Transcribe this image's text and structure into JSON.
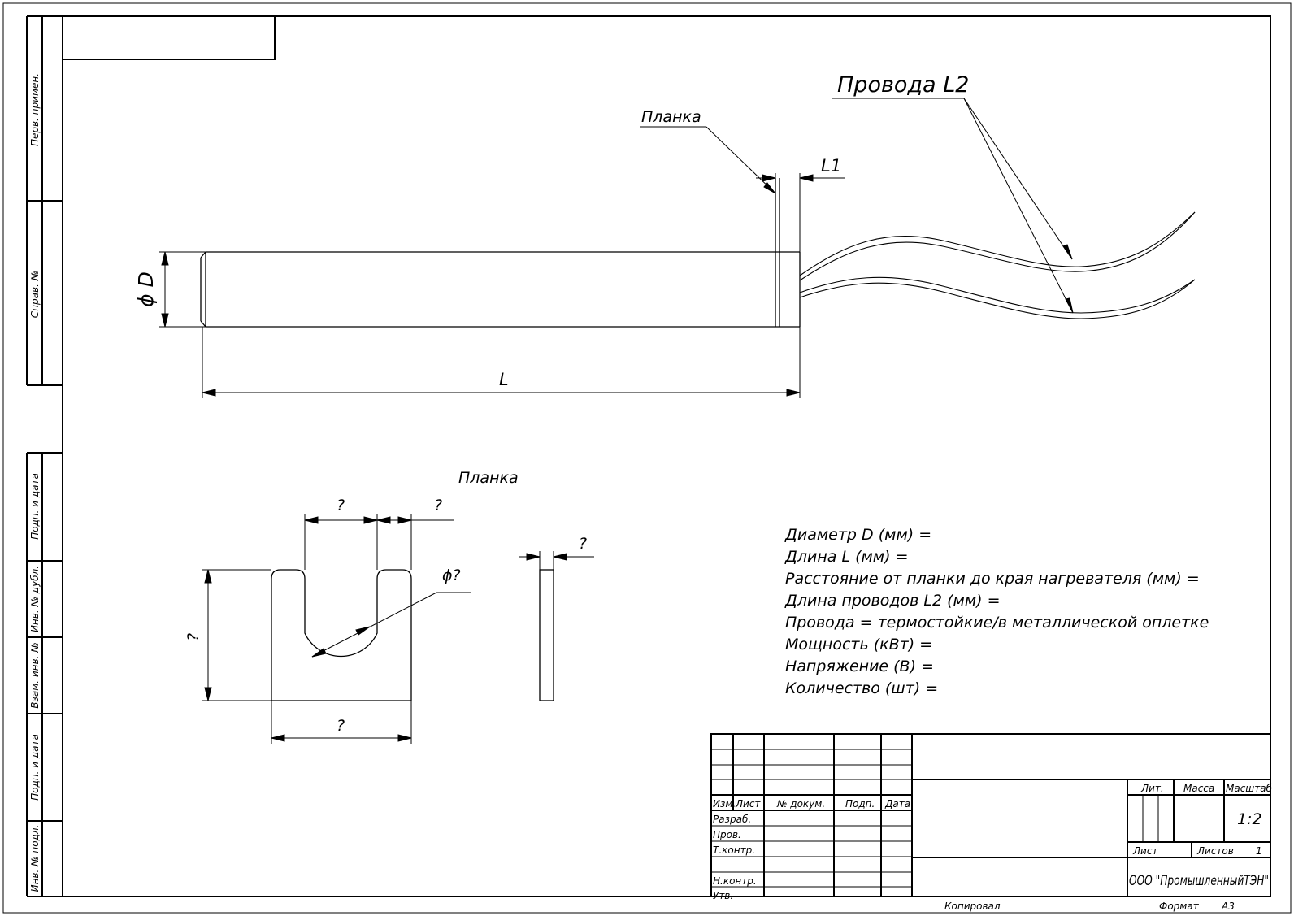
{
  "sidebar": {
    "perv_primen": "Перв. примен.",
    "sprav_no": "Справ. №",
    "podp_data_top": "Подп. и дата",
    "inv_dubl": "Инв. № дубл.",
    "vzam_inv": "Взам. инв. №",
    "podp_data_bottom": "Подп. и дата",
    "inv_podl": "Инв. № подл."
  },
  "drawing": {
    "wires_label": "Провода L2",
    "plate_label": "Планка",
    "l1_label": "L1",
    "diameter_label": "ϕ D",
    "length_label": "L",
    "plate_view_title": "Планка",
    "q_slot_width": "?",
    "q_side_width": "?",
    "q_thickness": "?",
    "q_radius": "ϕ?",
    "q_height": "?",
    "q_total_width": "?"
  },
  "specs": [
    "Диаметр D (мм) =",
    "Длина L (мм) =",
    "Расстояние от планки до края нагревателя (мм) =",
    "Длина проводов L2 (мм) =",
    "Провода = термостойкие/в металлической оплетке",
    "Мощность (кВт) =",
    "Напряжение (В) =",
    "Количество (шт) ="
  ],
  "title_block": {
    "izm": "Изм.",
    "list": "Лист",
    "n_dokum": "№ докум.",
    "podp": "Подп.",
    "data": "Дата",
    "razrab": "Разраб.",
    "prov": "Пров.",
    "tkontr": "Т.контр.",
    "nkontr": "Н.контр.",
    "utv": "Утв.",
    "lit": "Лит.",
    "massa": "Масса",
    "masshtab": "Масштаб",
    "scale_value": "1:2",
    "list_label": "Лист",
    "listov_label": "Листов",
    "listov_value": "1",
    "company": "ООО \"ПромышленныйТЭН\""
  },
  "footer": {
    "kopiroval": "Копировал",
    "format_label": "Формат",
    "format_value": "А3"
  }
}
